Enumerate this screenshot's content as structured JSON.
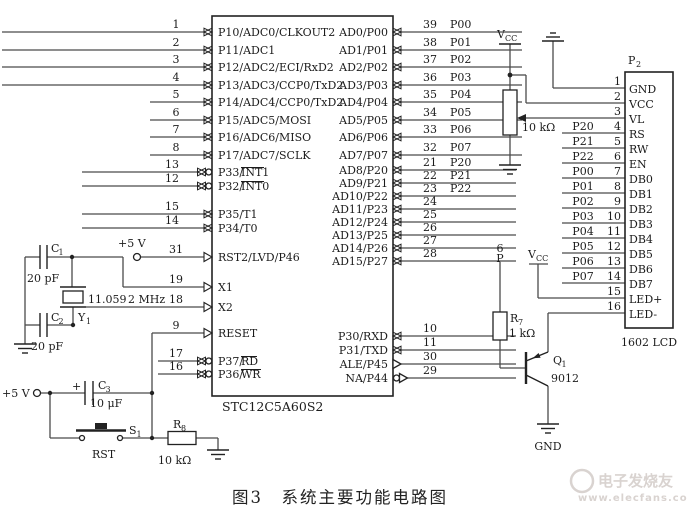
{
  "caption": "图3　系统主要功能电路图",
  "watermark": {
    "name": "电子发烧友",
    "url": "www.elecfans.com"
  },
  "mcu": {
    "part": "STC12C5A60S2",
    "left": [
      {
        "n": "1",
        "l": "P10/ADC0/CLKOUT2"
      },
      {
        "n": "2",
        "l": "P11/ADC1"
      },
      {
        "n": "3",
        "l": "P12/ADC2/ECI/RxD2"
      },
      {
        "n": "4",
        "l": "P13/ADC3/CCP0/TxD2"
      },
      {
        "n": "5",
        "l": "P14/ADC4/CCP0/TxD2"
      },
      {
        "n": "6",
        "l": "P15/ADC5/MOSI"
      },
      {
        "n": "7",
        "l": "P16/ADC6/MISO"
      },
      {
        "n": "8",
        "l": "P17/ADC7/SCLK"
      },
      {
        "n": "13",
        "pre": "P33/",
        "ov": "INT1"
      },
      {
        "n": "12",
        "pre": "P32/",
        "ov": "INT0"
      },
      {
        "n": "15",
        "l": "P35/T1"
      },
      {
        "n": "14",
        "l": "P34/T0"
      },
      {
        "n": "31",
        "l": "RST2/LVD/P46"
      },
      {
        "n": "19",
        "l": "X1"
      },
      {
        "n": "18",
        "l": "X2"
      },
      {
        "n": "9",
        "l": "RESET"
      },
      {
        "n": "17",
        "pre": "P37/",
        "ov": "RD"
      },
      {
        "n": "16",
        "pre": "P36/",
        "ov": "WR"
      }
    ],
    "right_a": [
      {
        "l": "AD0/P00",
        "n": "39",
        "net": "P00"
      },
      {
        "l": "AD1/P01",
        "n": "38",
        "net": "P01"
      },
      {
        "l": "AD2/P02",
        "n": "37",
        "net": "P02"
      },
      {
        "l": "AD3/P03",
        "n": "36",
        "net": "P03"
      },
      {
        "l": "AD4/P04",
        "n": "35",
        "net": "P04"
      },
      {
        "l": "AD5/P05",
        "n": "34",
        "net": "P05"
      },
      {
        "l": "AD6/P06",
        "n": "33",
        "net": "P06"
      },
      {
        "l": "AD7/P07",
        "n": "32",
        "net": "P07"
      }
    ],
    "right_b": [
      {
        "l": "AD8/P20",
        "n": "21",
        "net": "P20"
      },
      {
        "l": "AD9/P21",
        "n": "22",
        "net": "P21"
      },
      {
        "l": "AD10/P22",
        "n": "23",
        "net": "P22"
      },
      {
        "l": "AD11/P23",
        "n": "24"
      },
      {
        "l": "AD12/P24",
        "n": "25"
      },
      {
        "l": "AD13/P25",
        "n": "26"
      },
      {
        "l": "AD14/P26",
        "n": "27"
      },
      {
        "l": "AD15/P27",
        "n": "28"
      }
    ],
    "right_c": [
      {
        "l": "P30/RXD",
        "n": "10"
      },
      {
        "l": "P31/TXD",
        "n": "11"
      },
      {
        "l": "ALE/P45",
        "n": "30"
      },
      {
        "l": "NA/P44",
        "n": "29"
      }
    ]
  },
  "lcd": {
    "ref": "P",
    "ref_sub": "2",
    "part": "1602 LCD",
    "pins": [
      {
        "num": "1",
        "name": "GND"
      },
      {
        "num": "2",
        "name": "VCC"
      },
      {
        "num": "3",
        "name": "VL"
      },
      {
        "num": "4",
        "name": "RS",
        "net": "P20"
      },
      {
        "num": "5",
        "name": "RW",
        "net": "P21"
      },
      {
        "num": "6",
        "name": "EN",
        "net": "P22"
      },
      {
        "num": "7",
        "name": "DB0",
        "net": "P00"
      },
      {
        "num": "8",
        "name": "DB1",
        "net": "P01"
      },
      {
        "num": "9",
        "name": "DB2",
        "net": "P02"
      },
      {
        "num": "10",
        "name": "DB3",
        "net": "P03"
      },
      {
        "num": "11",
        "name": "DB4",
        "net": "P04"
      },
      {
        "num": "12",
        "name": "DB5",
        "net": "P05"
      },
      {
        "num": "13",
        "name": "DB6",
        "net": "P06"
      },
      {
        "num": "14",
        "name": "DB7",
        "net": "P07"
      },
      {
        "num": "15",
        "name": "LED+"
      },
      {
        "num": "16",
        "name": "LED-"
      }
    ]
  },
  "components": {
    "c1": {
      "d": "C",
      "s": "1",
      "v": "20 pF"
    },
    "c2": {
      "d": "C",
      "s": "2",
      "v": "20 pF"
    },
    "c3": {
      "d": "C",
      "s": "3",
      "v": "10 μF",
      "plus": "+"
    },
    "y1": {
      "d": "Y",
      "s": "1",
      "f1": "11.059",
      "f2": "2 MHz"
    },
    "r7": {
      "d": "R",
      "s": "7",
      "v": "1 kΩ"
    },
    "r8": {
      "d": "R",
      "s": "8",
      "v": "10 kΩ"
    },
    "pot": {
      "v": "10 kΩ"
    },
    "s1": {
      "d": "S",
      "s": "1",
      "cap": "RST"
    },
    "q1": {
      "d": "Q",
      "s": "1",
      "part": "9012"
    }
  },
  "power": {
    "p5_top": "+5 V",
    "p5_bottom": "+5 V",
    "vcc": "V",
    "vcc_sub": "CC",
    "gnd": "GND",
    "net6": "6",
    "netP": "P"
  }
}
